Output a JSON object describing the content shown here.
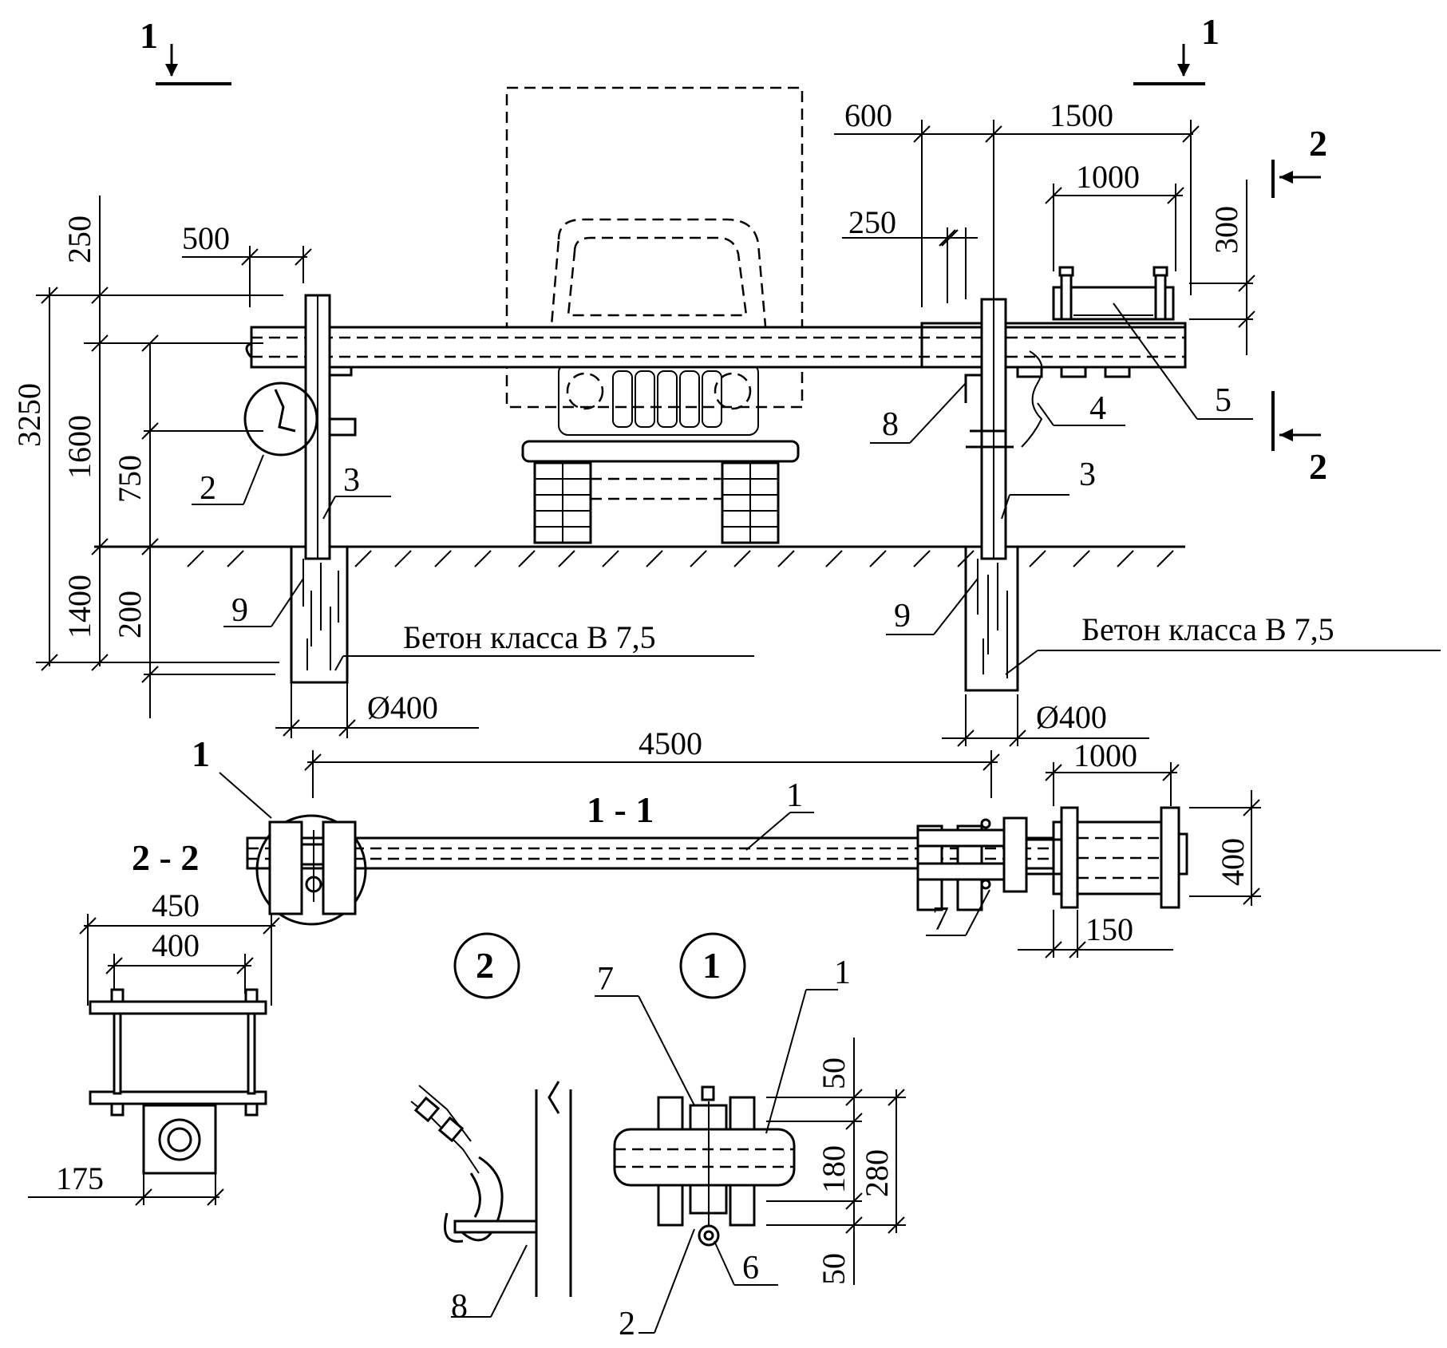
{
  "section_marks": {
    "s1_left": "1",
    "s1_right": "1",
    "s2_top": "2",
    "s2_bottom": "2",
    "plan_title": "1 - 1",
    "side_title": "2 - 2",
    "callout_left": "1",
    "detail_2": "2",
    "detail_1": "1"
  },
  "dimensions": {
    "d250_top": "250",
    "d500": "500",
    "d3250": "3250",
    "d1600": "1600",
    "d750": "750",
    "d1400": "1400",
    "d200": "200",
    "d400_dia_left": "Ø400",
    "d600": "600",
    "d1500": "1500",
    "d1000_top": "1000",
    "d250_right": "250",
    "d300": "300",
    "d400_dia_right": "Ø400",
    "d4500": "4500",
    "d1000_plan": "1000",
    "d400_plan": "400",
    "d150": "150",
    "d450": "450",
    "d400_side": "400",
    "d175": "175",
    "d50_top": "50",
    "d180": "180",
    "d280": "280",
    "d50_bottom": "50"
  },
  "callouts": {
    "c2_left": "2",
    "c3_left": "3",
    "c9_left": "9",
    "c8": "8",
    "c4": "4",
    "c5": "5",
    "c3_right": "3",
    "c9_right": "9",
    "c1_plan": "1",
    "c7_plan": "7",
    "c7_det": "7",
    "c1_det": "1",
    "c6_det": "6",
    "c2_det": "2",
    "c8_det": "8"
  },
  "notes": {
    "concrete_left": "Бетон класса В 7,5",
    "concrete_right": "Бетон класса В 7,5"
  }
}
